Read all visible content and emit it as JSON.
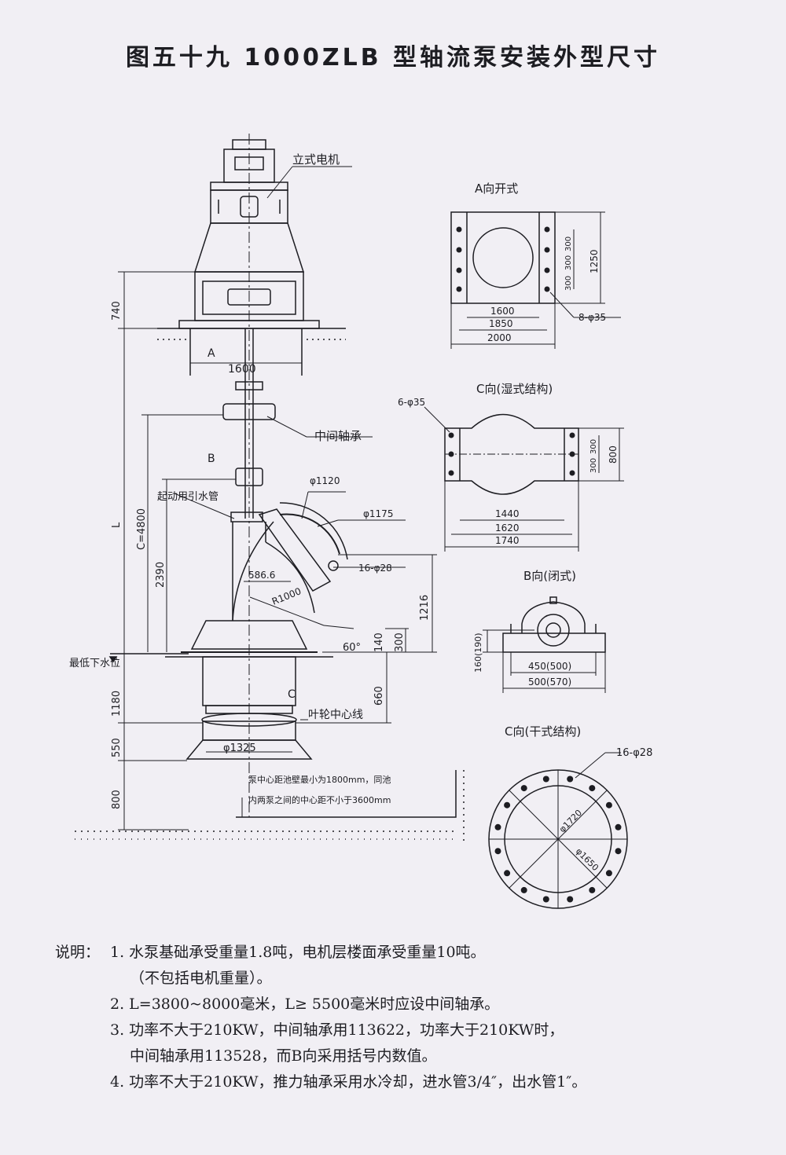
{
  "title": "图五十九  1000ZLB 型轴流泵安装外型尺寸",
  "main": {
    "motor_label": "立式电机",
    "mid_bearing_label": "中间轴承",
    "priming_pipe_label": "起动用引水管",
    "low_water_label": "最低下水位",
    "impeller_line_label": "叶轮中心线",
    "view_a_arrow": "A",
    "view_b_arrow": "B",
    "view_c_arrow": "C",
    "wall_note_1": "泵中心距池壁最小为1800mm，同池",
    "wall_note_2": "内两泵之间的中心距不小于3600mm",
    "dims": {
      "d740": "740",
      "d1600": "1600",
      "dL": "L",
      "dC": "C=4800",
      "d2390": "2390",
      "d1180": "1180",
      "d550": "550",
      "d800": "800",
      "d1216": "1216",
      "d300": "300",
      "d140": "140",
      "d660": "660",
      "phi1120": "φ1120",
      "phi1175": "φ1175",
      "holes16": "16-φ28",
      "d586": "586.6",
      "r1000": "R1000",
      "ang60": "60°",
      "phi1325": "φ1325"
    }
  },
  "view_a": {
    "title": "A向开式",
    "d300a": "300",
    "d300b": "300",
    "d300c": "300",
    "d1250": "1250",
    "d1600": "1600",
    "d1850": "1850",
    "d2000": "2000",
    "holes": "8-φ35"
  },
  "view_c_wet": {
    "title": "C向(湿式结构)",
    "holes": "6-φ35",
    "d300a": "300",
    "d300b": "300",
    "d800": "800",
    "d1440": "1440",
    "d1620": "1620",
    "d1740": "1740"
  },
  "view_b": {
    "title": "B向(闭式)",
    "d160": "160(190)",
    "d450": "450(500)",
    "d500": "500(570)"
  },
  "view_c_dry": {
    "title": "C向(干式结构)",
    "holes": "16-φ28",
    "phi1720": "φ1720",
    "phi1650": "φ1650"
  },
  "notes": {
    "label": "说明：",
    "n1": "1. 水泵基础承受重量1.8吨，电机层楼面承受重量10吨。",
    "n1b": "（不包括电机重量）。",
    "n2": "2. L=3800~8000毫米，L≥ 5500毫米时应设中间轴承。",
    "n3": "3. 功率不大于210KW，中间轴承用113622，功率大于210KW时，",
    "n3b": "中间轴承用113528，而B向采用括号内数值。",
    "n4": "4. 功率不大于210KW，推力轴承采用水冷却，进水管3/4″，出水管1″。"
  }
}
